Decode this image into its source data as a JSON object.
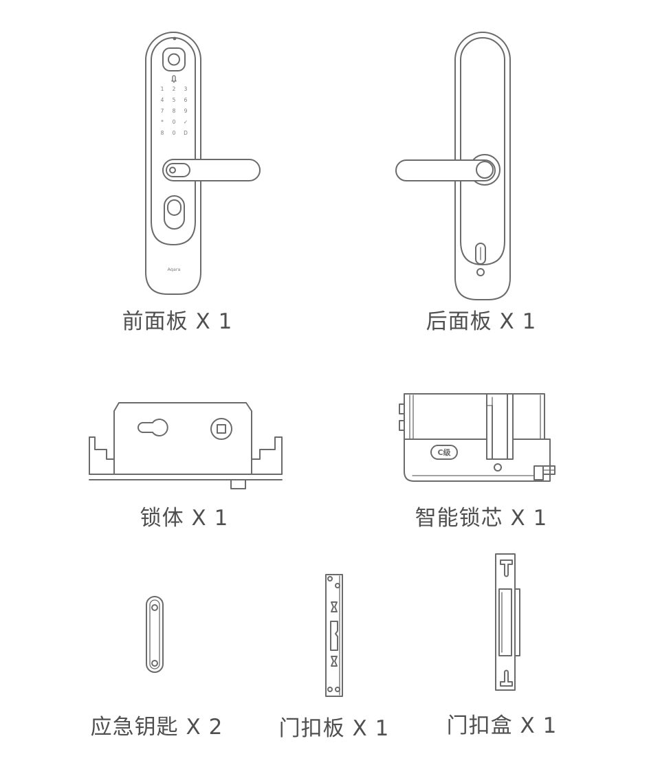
{
  "colors": {
    "line": "#6a6a6a",
    "label": "#4f4f4f",
    "background": "#ffffff"
  },
  "front_panel": {
    "label": "前面板 X 1",
    "brand": "Aqara",
    "keypad": [
      [
        "1",
        "2",
        "3"
      ],
      [
        "4",
        "5",
        "6"
      ],
      [
        "7",
        "8",
        "9"
      ],
      [
        "*",
        "0",
        "✓"
      ],
      [
        "8",
        "0",
        "D"
      ]
    ],
    "icons": [
      "camera-icon",
      "fingerprint-icon",
      "bell-icon"
    ]
  },
  "back_panel": {
    "label": "后面板 X 1"
  },
  "lock_body": {
    "label": "锁体 X 1"
  },
  "smart_cylinder": {
    "label": "智能锁芯 X 1",
    "grade_badge": "C级"
  },
  "emergency_key": {
    "label": "应急钥匙 X 2"
  },
  "strike_plate": {
    "label": "门扣板 X 1"
  },
  "strike_box": {
    "label": "门扣盒 X 1"
  }
}
